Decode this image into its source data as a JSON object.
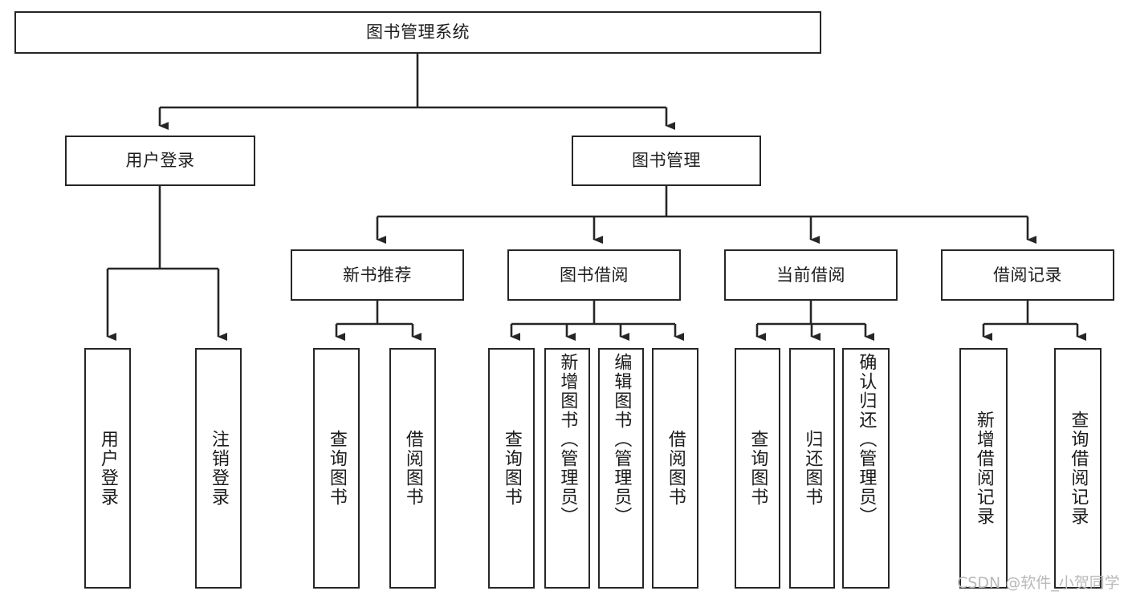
{
  "diagram": {
    "type": "tree-hierarchy",
    "title": "图书管理系统",
    "root": {
      "id": "root",
      "label": "图书管理系统",
      "orientation": "horizontal"
    },
    "level2": [
      {
        "id": "user-login",
        "label": "用户登录",
        "orientation": "horizontal"
      },
      {
        "id": "book-manage",
        "label": "图书管理",
        "orientation": "horizontal"
      }
    ],
    "level3": [
      {
        "id": "new-book-recommend",
        "label": "新书推荐",
        "parent": "book-manage",
        "orientation": "horizontal"
      },
      {
        "id": "book-borrow",
        "label": "图书借阅",
        "parent": "book-manage",
        "orientation": "horizontal"
      },
      {
        "id": "current-borrow",
        "label": "当前借阅",
        "parent": "book-manage",
        "orientation": "horizontal"
      },
      {
        "id": "borrow-record",
        "label": "借阅记录",
        "parent": "book-manage",
        "orientation": "horizontal"
      }
    ],
    "leaves": [
      {
        "id": "leaf-user-login",
        "label": "用户登录",
        "parent": "user-login",
        "orientation": "vertical"
      },
      {
        "id": "leaf-logout-login",
        "label": "注销登录",
        "parent": "user-login",
        "orientation": "vertical"
      },
      {
        "id": "leaf-query-book-1",
        "label": "查询图书",
        "parent": "new-book-recommend",
        "orientation": "vertical"
      },
      {
        "id": "leaf-borrow-book-1",
        "label": "借阅图书",
        "parent": "new-book-recommend",
        "orientation": "vertical"
      },
      {
        "id": "leaf-query-book-2",
        "label": "查询图书",
        "parent": "book-borrow",
        "orientation": "vertical"
      },
      {
        "id": "leaf-add-book",
        "label": "新增图书（管理员）",
        "parent": "book-borrow",
        "orientation": "vertical"
      },
      {
        "id": "leaf-edit-book",
        "label": "编辑图书（管理员）",
        "parent": "book-borrow",
        "orientation": "vertical"
      },
      {
        "id": "leaf-borrow-book-2",
        "label": "借阅图书",
        "parent": "book-borrow",
        "orientation": "vertical"
      },
      {
        "id": "leaf-query-book-3",
        "label": "查询图书",
        "parent": "current-borrow",
        "orientation": "vertical"
      },
      {
        "id": "leaf-return-book",
        "label": "归还图书",
        "parent": "current-borrow",
        "orientation": "vertical"
      },
      {
        "id": "leaf-confirm-return",
        "label": "确认归还（管理员）",
        "parent": "current-borrow",
        "orientation": "vertical"
      },
      {
        "id": "leaf-add-record",
        "label": "新增借阅记录",
        "parent": "borrow-record",
        "orientation": "vertical"
      },
      {
        "id": "leaf-query-record",
        "label": "查询借阅记录",
        "parent": "borrow-record",
        "orientation": "vertical"
      }
    ],
    "colors": {
      "stroke": "#262626",
      "fill": "#ffffff",
      "text": "#1c1c1c",
      "watermark": "#b9b9b9",
      "background": "#ffffff"
    }
  },
  "watermark": {
    "text": "CSDN @软件_小贺同学"
  }
}
